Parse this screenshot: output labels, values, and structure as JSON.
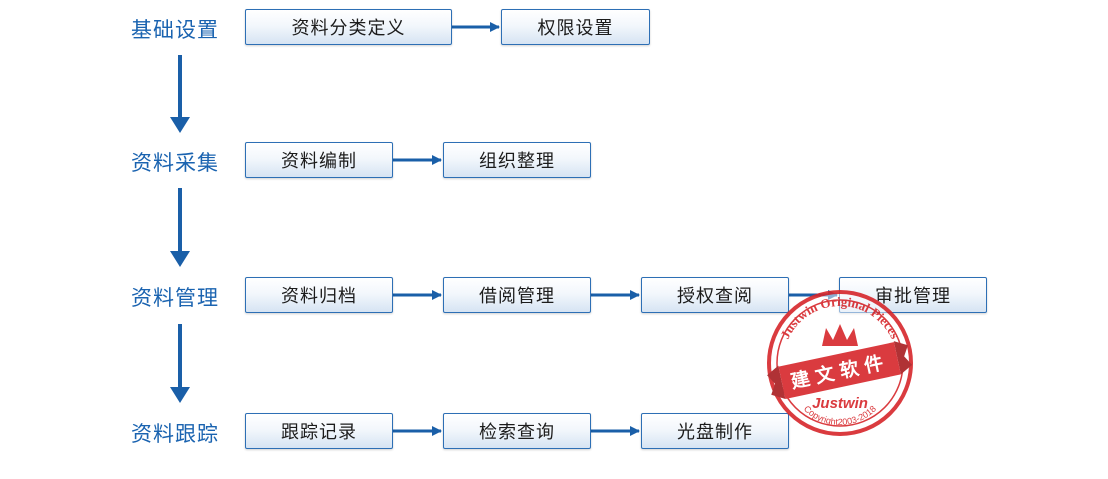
{
  "stages": [
    {
      "label": "基础设置",
      "steps": [
        "资料分类定义",
        "权限设置"
      ]
    },
    {
      "label": "资料采集",
      "steps": [
        "资料编制",
        "组织整理"
      ]
    },
    {
      "label": "资料管理",
      "steps": [
        "资料归档",
        "借阅管理",
        "授权查阅",
        "审批管理"
      ]
    },
    {
      "label": "资料跟踪",
      "steps": [
        "跟踪记录",
        "检索查询",
        "光盘制作"
      ]
    }
  ],
  "stamp": {
    "arc_text": "Justwin Original Pieces",
    "ribbon_text": "建文软件",
    "brand_text": "Justwin",
    "bottom_text": "Copyright2003-2018"
  },
  "colors": {
    "accent": "#1a63b0",
    "arrow": "#1a5fa8",
    "stamp_red": "#d6262b"
  }
}
